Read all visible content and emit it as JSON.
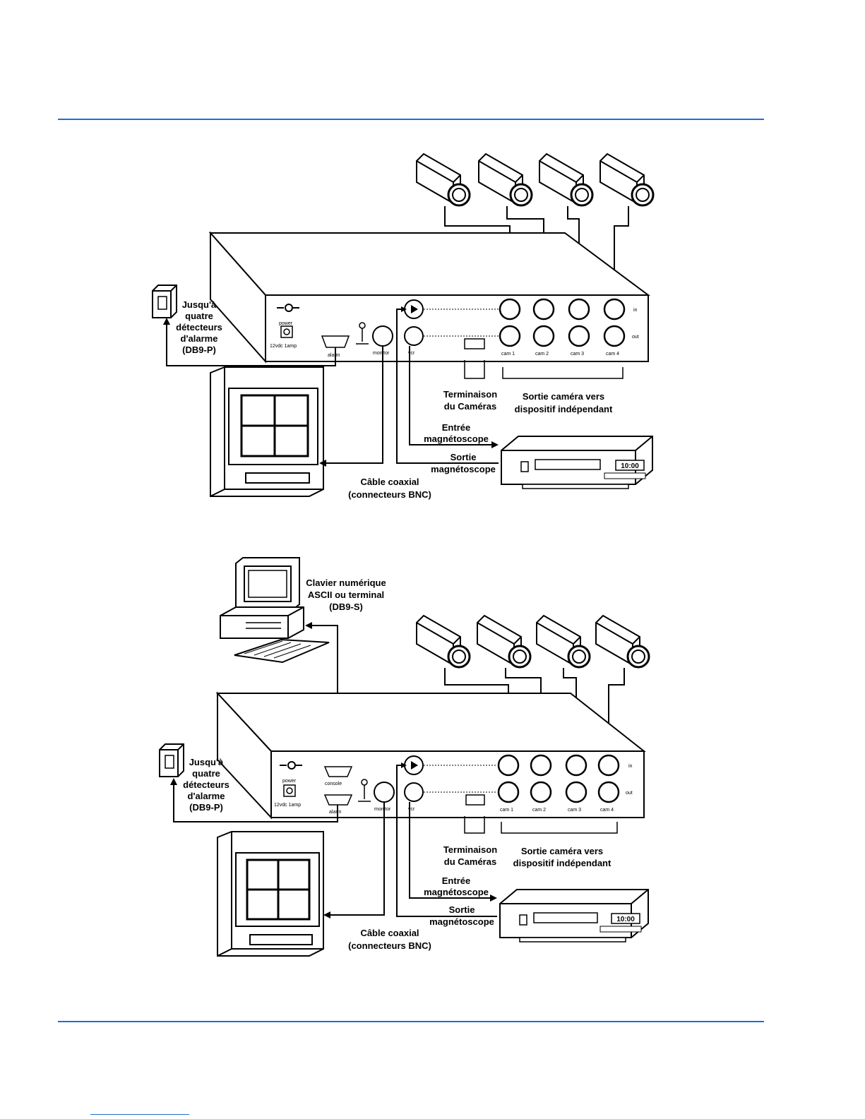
{
  "diagram1": {
    "alarm_label": [
      "Jusqu'à",
      "quatre",
      "détecteurs",
      "d'alarme",
      "(DB9-P)"
    ],
    "termination_label": [
      "Terminaison",
      "du Caméras"
    ],
    "camera_out_label": [
      "Sortie caméra vers",
      "dispositif indépendant"
    ],
    "vcr_in_label": [
      "Entrée",
      "magnétoscope"
    ],
    "vcr_out_label": [
      "Sortie",
      "magnétoscope"
    ],
    "coax_label": [
      "Câble coaxial",
      "(connecteurs BNC)"
    ],
    "panel": {
      "in": "in",
      "out": "out",
      "power": "power",
      "power_sub": "12vdc 1amp",
      "alarm": "alarm",
      "monitor": "monitor",
      "vcr": "vcr",
      "cams": [
        "cam 1",
        "cam 2",
        "cam 3",
        "cam 4"
      ]
    },
    "vcr_counter": "10:00"
  },
  "diagram2": {
    "keypad_label": [
      "Clavier numérique",
      "ASCII ou terminal",
      "(DB9-S)"
    ],
    "alarm_label": [
      "Jusqu'à",
      "quatre",
      "détecteurs",
      "d'alarme",
      "(DB9-P)"
    ],
    "termination_label": [
      "Terminaison",
      "du Caméras"
    ],
    "camera_out_label": [
      "Sortie caméra vers",
      "dispositif indépendant"
    ],
    "vcr_in_label": [
      "Entrée",
      "magnétoscope"
    ],
    "vcr_out_label": [
      "Sortie",
      "magnétoscope"
    ],
    "coax_label": [
      "Câble coaxial",
      "(connecteurs BNC)"
    ],
    "panel": {
      "in": "in",
      "out": "out",
      "power": "power",
      "power_sub": "12vdc 1amp",
      "alarm": "alarm",
      "console": "console",
      "monitor": "monitor",
      "vcr": "vcr",
      "cams": [
        "cam 1",
        "cam 2",
        "cam 3",
        "cam 4"
      ]
    },
    "vcr_counter": "10:00"
  },
  "colors": {
    "rule": "#1f6fd1",
    "ink": "#000000",
    "paper": "#ffffff"
  }
}
